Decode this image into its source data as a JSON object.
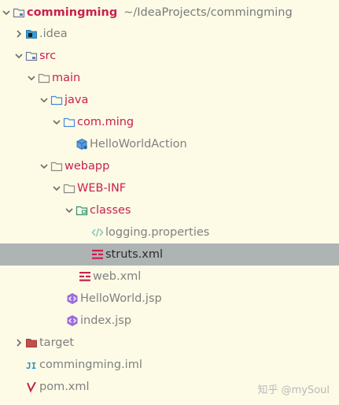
{
  "tree": {
    "root": {
      "label": "commingming",
      "path": "~/IdeaProjects/commingming"
    },
    "idea": {
      "label": ".idea"
    },
    "src": {
      "label": "src"
    },
    "main": {
      "label": "main"
    },
    "java": {
      "label": "java"
    },
    "com_ming": {
      "label": "com.ming"
    },
    "hello_action": {
      "label": "HelloWorldAction"
    },
    "webapp": {
      "label": "webapp"
    },
    "web_inf": {
      "label": "WEB-INF"
    },
    "classes": {
      "label": "classes"
    },
    "logging": {
      "label": "logging.properties"
    },
    "struts": {
      "label": "struts.xml"
    },
    "web_xml": {
      "label": "web.xml"
    },
    "hello_jsp": {
      "label": "HelloWorld.jsp"
    },
    "index_jsp": {
      "label": "index.jsp"
    },
    "target": {
      "label": "target"
    },
    "iml": {
      "label": "commingming.iml"
    },
    "pom": {
      "label": "pom.xml"
    }
  },
  "watermark": "知乎 @mySoul",
  "colors": {
    "background": "#fdfbe6",
    "selected": "#aeb4b4",
    "red_text": "#c8204f",
    "gray_text": "#808080"
  }
}
